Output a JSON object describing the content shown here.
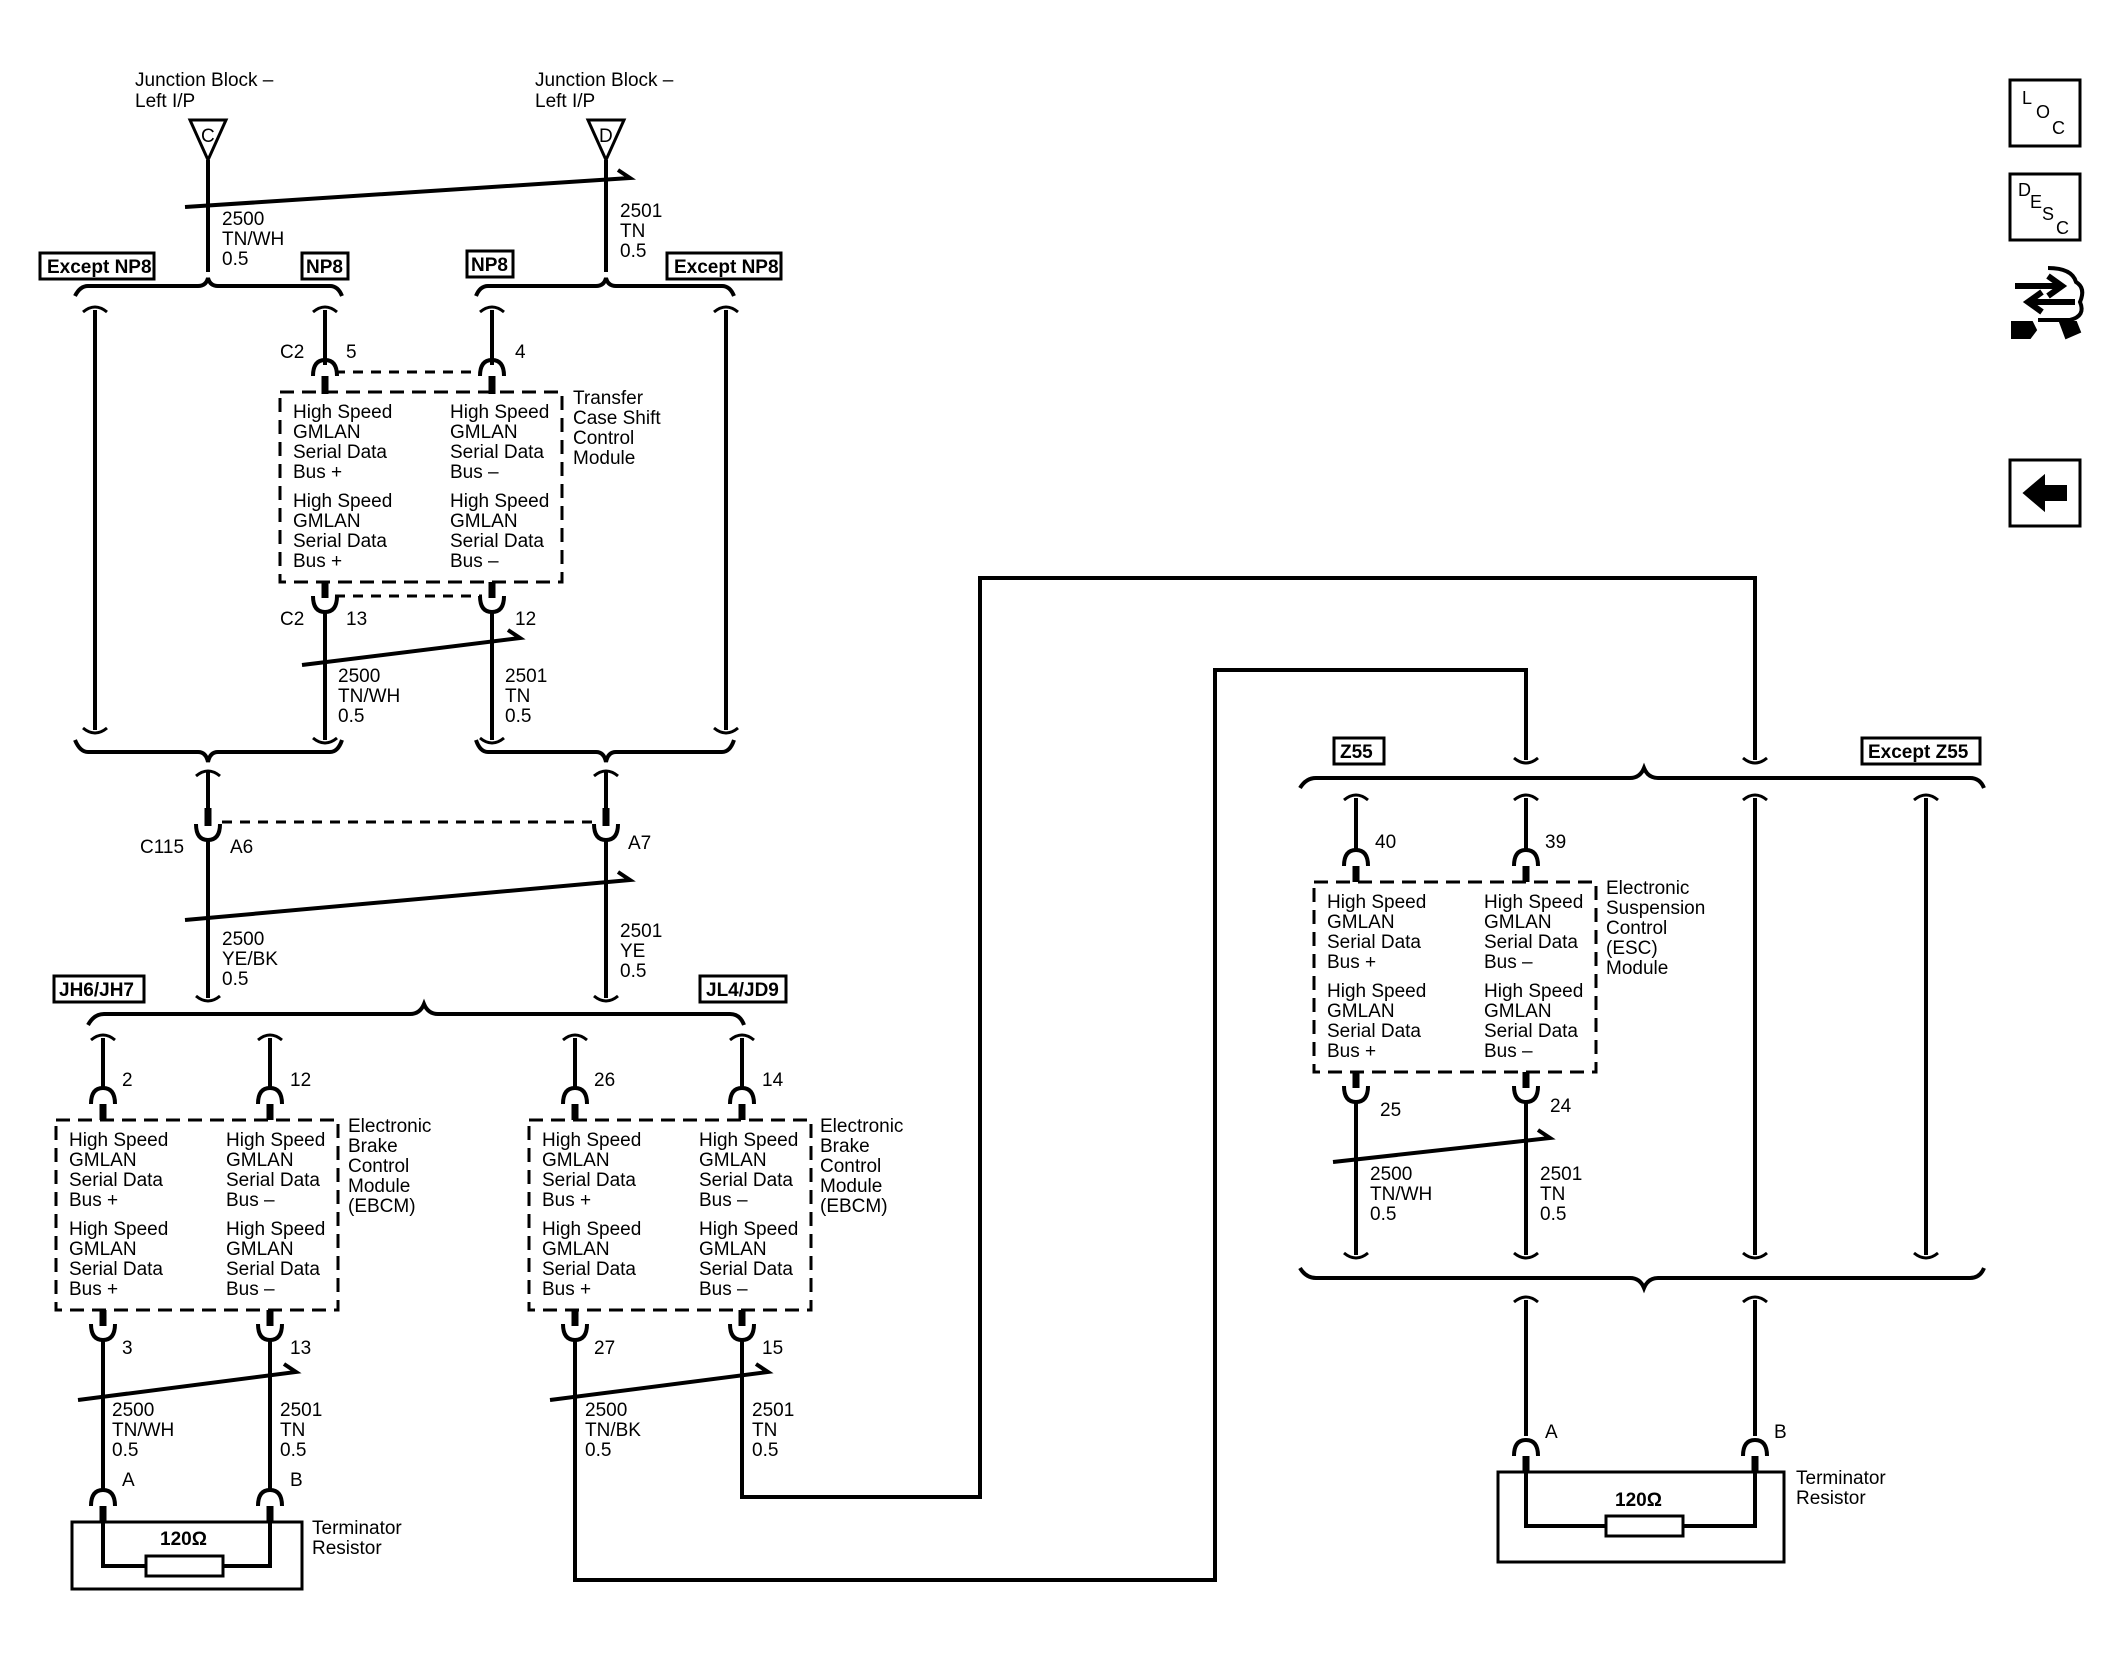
{
  "junctions": [
    {
      "label_line1": "Junction Block –",
      "label_line2": "Left I/P",
      "pin": "C"
    },
    {
      "label_line1": "Junction Block –",
      "label_line2": "Left I/P",
      "pin": "D"
    }
  ],
  "option_tags": {
    "except_np8_left": "Except NP8",
    "np8_left": "NP8",
    "np8_right": "NP8",
    "except_np8_right": "Except NP8",
    "jh6_jh7": "JH6/JH7",
    "jl4_jd9": "JL4/JD9",
    "z55": "Z55",
    "except_z55": "Except Z55"
  },
  "wires": {
    "w2500_top": {
      "circuit": "2500",
      "color": "TN/WH",
      "gauge": "0.5"
    },
    "w2501_top": {
      "circuit": "2501",
      "color": "TN",
      "gauge": "0.5"
    },
    "w2500_tcm": {
      "circuit": "2500",
      "color": "TN/WH",
      "gauge": "0.5"
    },
    "w2501_tcm": {
      "circuit": "2501",
      "color": "TN",
      "gauge": "0.5"
    },
    "w2500_c115": {
      "circuit": "2500",
      "color": "YE/BK",
      "gauge": "0.5"
    },
    "w2501_c115": {
      "circuit": "2501",
      "color": "YE",
      "gauge": "0.5"
    },
    "w2500_ebcm1": {
      "circuit": "2500",
      "color": "TN/WH",
      "gauge": "0.5"
    },
    "w2501_ebcm1": {
      "circuit": "2501",
      "color": "TN",
      "gauge": "0.5"
    },
    "w2500_ebcm2": {
      "circuit": "2500",
      "color": "TN/BK",
      "gauge": "0.5"
    },
    "w2501_ebcm2": {
      "circuit": "2501",
      "color": "TN",
      "gauge": "0.5"
    },
    "w2500_esc": {
      "circuit": "2500",
      "color": "TN/WH",
      "gauge": "0.5"
    },
    "w2501_esc": {
      "circuit": "2501",
      "color": "TN",
      "gauge": "0.5"
    }
  },
  "modules": {
    "tcm": {
      "name": [
        "Transfer",
        "Case Shift",
        "Control",
        "Module"
      ],
      "connector_top": "C2",
      "pin_tl": "5",
      "pin_tr": "4",
      "connector_bottom": "C2",
      "pin_bl": "13",
      "pin_br": "12"
    },
    "ebcm1": {
      "name": [
        "Electronic",
        "Brake",
        "Control",
        "Module",
        "(EBCM)"
      ],
      "pin_tl": "2",
      "pin_tr": "12",
      "pin_bl": "3",
      "pin_br": "13"
    },
    "ebcm2": {
      "name": [
        "Electronic",
        "Brake",
        "Control",
        "Module",
        "(EBCM)"
      ],
      "pin_tl": "26",
      "pin_tr": "14",
      "pin_bl": "27",
      "pin_br": "15"
    },
    "esc": {
      "name": [
        "Electronic",
        "Suspension",
        "Control",
        "(ESC)",
        "Module"
      ],
      "pin_tl": "40",
      "pin_tr": "39",
      "pin_bl": "25",
      "pin_br": "24"
    }
  },
  "pin_text": {
    "plus": [
      "High Speed",
      "GMLAN",
      "Serial Data",
      "Bus +"
    ],
    "minus": [
      "High Speed",
      "GMLAN",
      "Serial Data",
      "Bus –"
    ]
  },
  "c115": {
    "connector": "C115",
    "pin_left": "A6",
    "pin_right": "A7"
  },
  "terminators": [
    {
      "value": "120Ω",
      "label_line1": "Terminator",
      "label_line2": "Resistor",
      "pin_a": "A",
      "pin_b": "B"
    },
    {
      "value": "120Ω",
      "label_line1": "Terminator",
      "label_line2": "Resistor",
      "pin_a": "A",
      "pin_b": "B"
    }
  ],
  "nav_icons": {
    "loc": {
      "letters": [
        "L",
        "O",
        "C"
      ],
      "icon": "location-icon"
    },
    "desc": {
      "letters": [
        "D",
        "E",
        "S",
        "C"
      ],
      "icon": "description-icon"
    },
    "connector": {
      "icon": "connector-icon"
    },
    "back": {
      "icon": "back-arrow-icon"
    }
  }
}
